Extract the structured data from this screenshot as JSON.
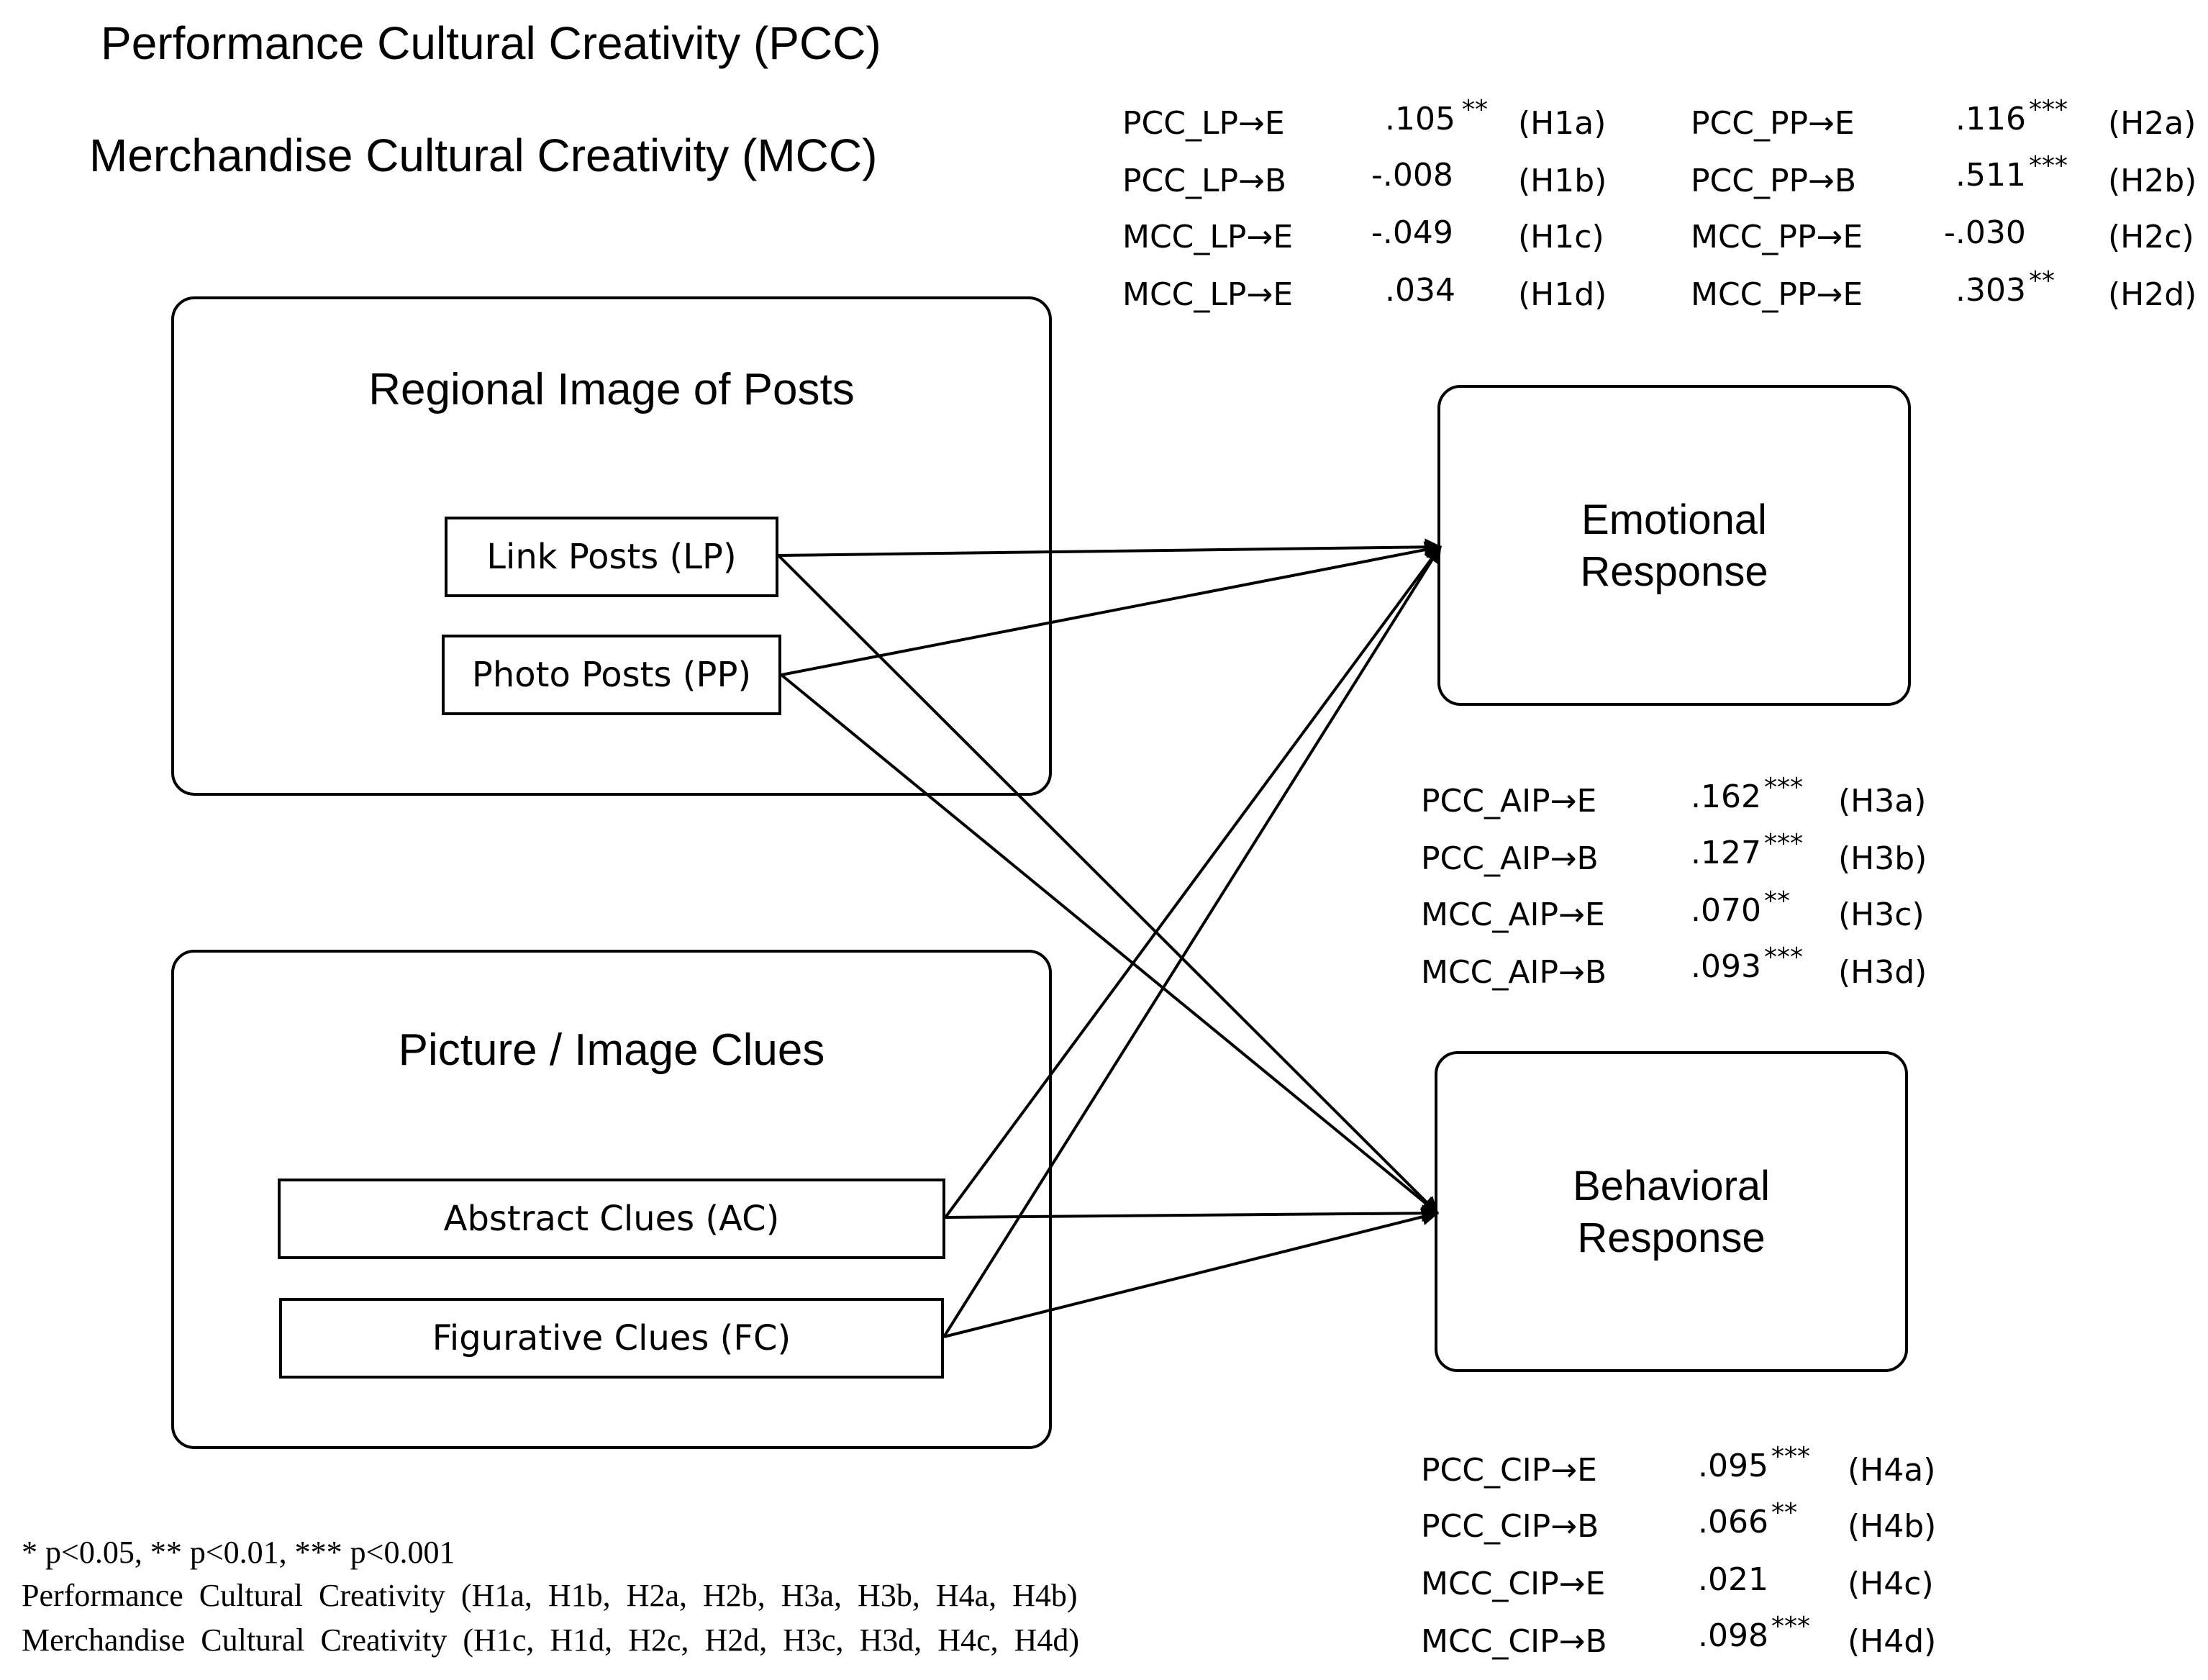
{
  "header": {
    "pcc_title": "Performance Cultural Creativity (PCC)",
    "mcc_title": "Merchandise Cultural Creativity  (MCC)"
  },
  "groups": {
    "regional": {
      "title": "Regional  Image of Posts",
      "items": [
        "Link Posts (LP)",
        "Photo Posts (PP)"
      ]
    },
    "picture": {
      "title": "Picture / Image Clues",
      "items": [
        "Abstract Clues (AC)",
        "Figurative Clues (FC)"
      ]
    }
  },
  "targets": {
    "emotional": [
      "Emotional",
      "Response"
    ],
    "behavioral": [
      "Behavioral",
      "Response"
    ]
  },
  "coefficients": {
    "h1": [
      {
        "path": "PCC_LP→E",
        "value": ".105",
        "sig": "**",
        "hyp": "(H1a)"
      },
      {
        "path": "PCC_LP→B",
        "value": "-.008",
        "sig": "",
        "hyp": "(H1b)"
      },
      {
        "path": "MCC_LP→E",
        "value": "-.049",
        "sig": "",
        "hyp": "(H1c)"
      },
      {
        "path": "MCC_LP→E",
        "value": ".034",
        "sig": "",
        "hyp": "(H1d)"
      }
    ],
    "h2": [
      {
        "path": "PCC_PP→E",
        "value": ".116",
        "sig": "***",
        "hyp": "(H2a)"
      },
      {
        "path": "PCC_PP→B",
        "value": ".511",
        "sig": "***",
        "hyp": "(H2b)"
      },
      {
        "path": "MCC_PP→E",
        "value": "-.030",
        "sig": "",
        "hyp": "(H2c)"
      },
      {
        "path": "MCC_PP→E",
        "value": ".303",
        "sig": "**",
        "hyp": "(H2d)"
      }
    ],
    "h3": [
      {
        "path": "PCC_AIP→E",
        "value": ".162",
        "sig": "***",
        "hyp": "(H3a)"
      },
      {
        "path": "PCC_AIP→B",
        "value": ".127",
        "sig": "***",
        "hyp": "(H3b)"
      },
      {
        "path": "MCC_AIP→E",
        "value": ".070",
        "sig": "**",
        "hyp": "(H3c)"
      },
      {
        "path": "MCC_AIP→B",
        "value": ".093",
        "sig": "***",
        "hyp": "(H3d)"
      }
    ],
    "h4": [
      {
        "path": "PCC_CIP→E",
        "value": ".095",
        "sig": "***",
        "hyp": "(H4a)"
      },
      {
        "path": "PCC_CIP→B",
        "value": ".066",
        "sig": "**",
        "hyp": "(H4b)"
      },
      {
        "path": "MCC_CIP→E",
        "value": ".021",
        "sig": "",
        "hyp": "(H4c)"
      },
      {
        "path": "MCC_CIP→B",
        "value": ".098",
        "sig": "***",
        "hyp": "(H4d)"
      }
    ]
  },
  "notes": {
    "significance": "* p<0.05, ** p<0.01, *** p<0.001",
    "performance": "Performance  Cultural  Creativity  (H1a,  H1b,  H2a,  H2b,  H3a,  H3b,  H4a,  H4b)",
    "merchandise": "Merchandise  Cultural  Creativity  (H1c,  H1d,  H2c,  H2d,  H3c,  H3d,  H4c,  H4d)"
  }
}
